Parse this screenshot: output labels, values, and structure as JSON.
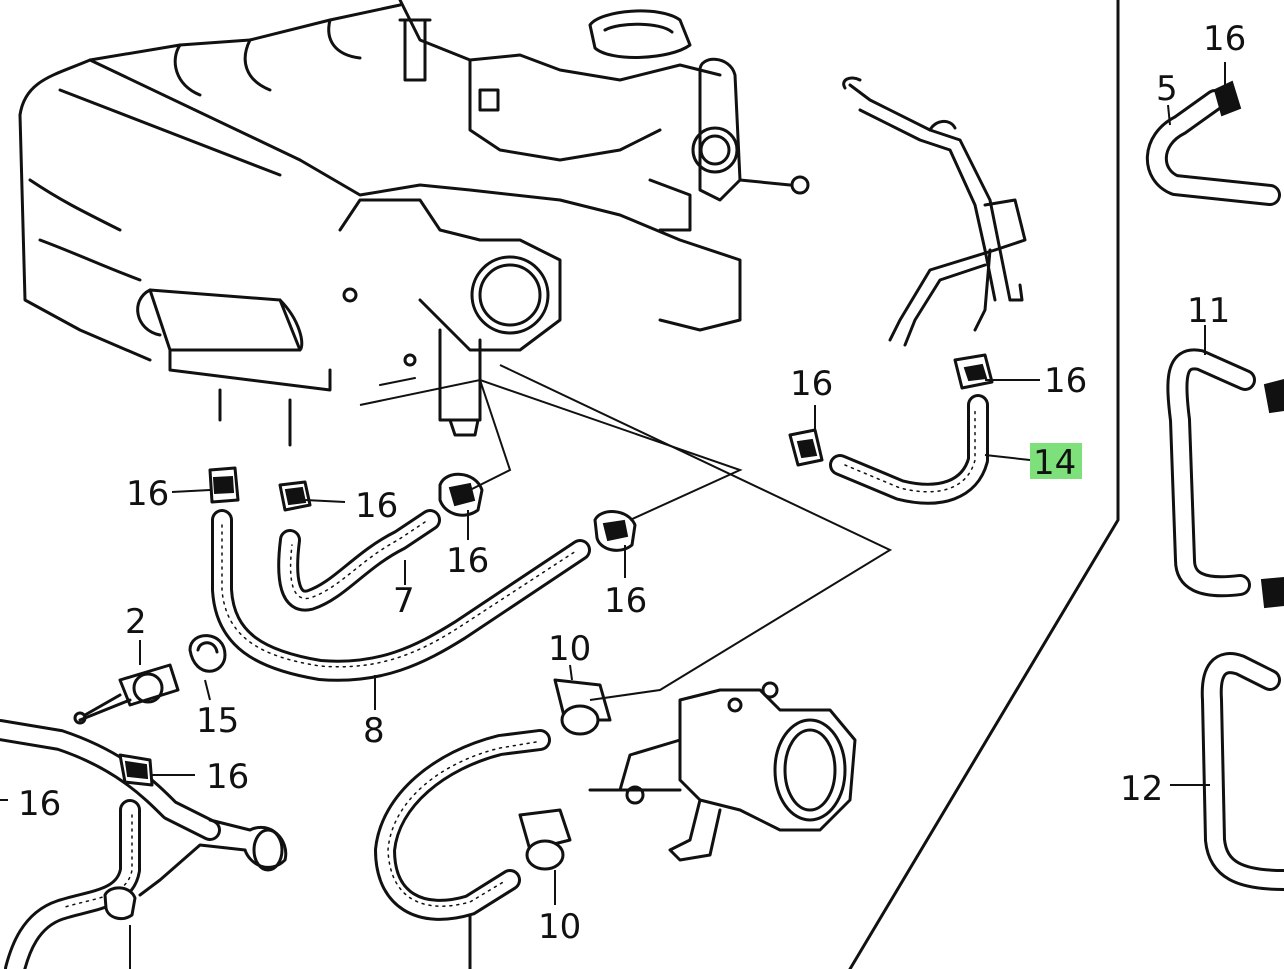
{
  "highlight_color": "#7ee07a",
  "labels": {
    "top_right_16": "16",
    "top_right_5": "5",
    "right_11": "11",
    "right_12": "12",
    "c16_upper_left": "16",
    "c16_upper_right": "16",
    "c14": "14",
    "c16_left": "16",
    "c16_mid_a": "16",
    "c16_mid_b": "16",
    "c16_mid_c": "16",
    "c7": "7",
    "c8": "8",
    "c2": "2",
    "c15": "15",
    "c10_top": "10",
    "c10_bottom": "10",
    "c16_lower_a": "16",
    "c16_lower_b": "16"
  }
}
